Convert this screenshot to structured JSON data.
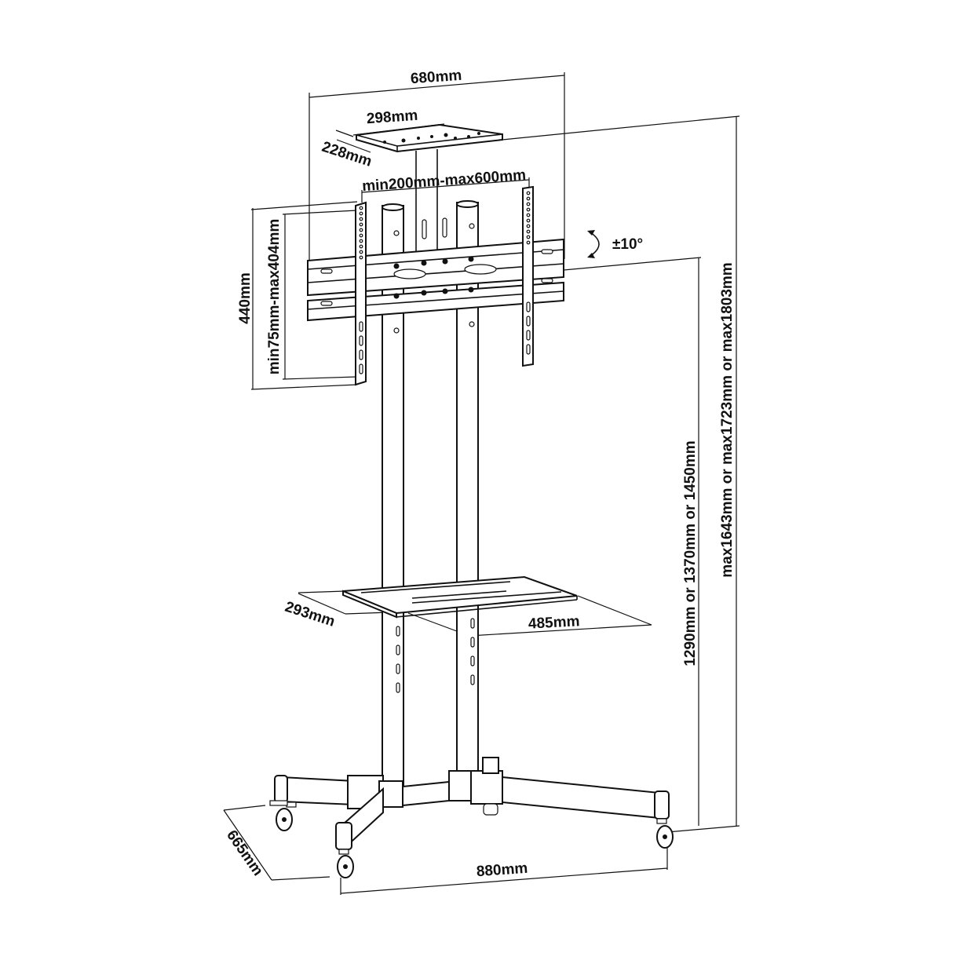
{
  "diagram": {
    "subject": "Mobile TV cart stand dimension drawing",
    "colors": {
      "line": "#111111",
      "background": "#ffffff"
    },
    "dimensions": {
      "overall_width": "680mm",
      "top_shelf_width": "298mm",
      "top_shelf_depth": "228mm",
      "vesa_horizontal": "min200mm-max600mm",
      "bracket_height": "440mm",
      "vesa_vertical": "min75mm-max404mm",
      "tilt": "±10°",
      "center_height": "1290mm or 1370mm or 1450mm",
      "max_height": "max1643mm or max1723mm or max1803mm",
      "lower_shelf_depth": "293mm",
      "lower_shelf_width": "485mm",
      "base_depth": "665mm",
      "base_width": "880mm"
    },
    "components": [
      "top-shelf",
      "tv-mount-bracket",
      "vertical-arms",
      "twin-poles",
      "lower-shelf",
      "base-legs",
      "casters"
    ]
  }
}
